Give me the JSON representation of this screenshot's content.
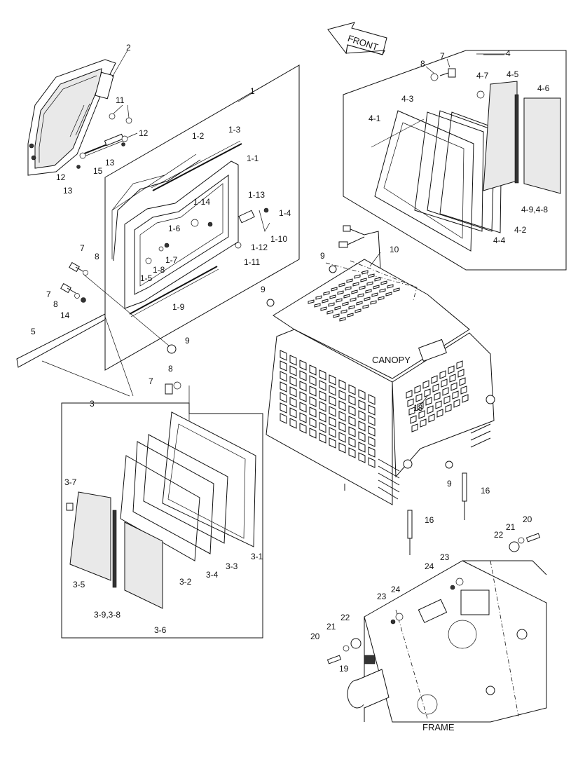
{
  "orientation_label": "FRONT",
  "section_labels": {
    "canopy": "CANOPY",
    "frame": "FRAME"
  },
  "callouts": {
    "c2": "2",
    "c11": "11",
    "c12a": "12",
    "c12b": "12",
    "c13a": "13",
    "c13b": "13",
    "c15": "15",
    "c1": "1",
    "c1_1": "1-1",
    "c1_2": "1-2",
    "c1_3": "1-3",
    "c1_4": "1-4",
    "c1_5": "1-5",
    "c1_6": "1-6",
    "c1_7": "1-7",
    "c1_8": "1-8",
    "c1_9": "1-9",
    "c1_10": "1-10",
    "c1_11": "1-11",
    "c1_12": "1-12",
    "c1_13": "1-13",
    "c1_14": "1-14",
    "c7a": "7",
    "c8a": "8",
    "c7b": "7",
    "c8b": "8",
    "c14": "14",
    "c5": "5",
    "c9a": "9",
    "c4": "4",
    "c7c": "7",
    "c8c": "8",
    "c4_1": "4-1",
    "c4_2": "4-2",
    "c4_3": "4-3",
    "c4_4": "4-4",
    "c4_5": "4-5",
    "c4_6": "4-6",
    "c4_7": "4-7",
    "c4_98": "4-9,4-8",
    "c9b": "9",
    "c9c": "9",
    "c10": "10",
    "c18": "18",
    "c3": "3",
    "c7d": "7",
    "c8d": "8",
    "c3_1": "3-1",
    "c3_2": "3-2",
    "c3_3": "3-3",
    "c3_4": "3-4",
    "c3_5": "3-5",
    "c3_6": "3-6",
    "c3_7": "3-7",
    "c3_98": "3-9,3-8",
    "c9d": "9",
    "c16a": "16",
    "c16b": "16",
    "c20a": "20",
    "c21a": "21",
    "c22a": "22",
    "c23a": "23",
    "c24a": "24",
    "c23b": "23",
    "c24b": "24",
    "c20b": "20",
    "c21b": "21",
    "c22b": "22",
    "c19": "19"
  }
}
